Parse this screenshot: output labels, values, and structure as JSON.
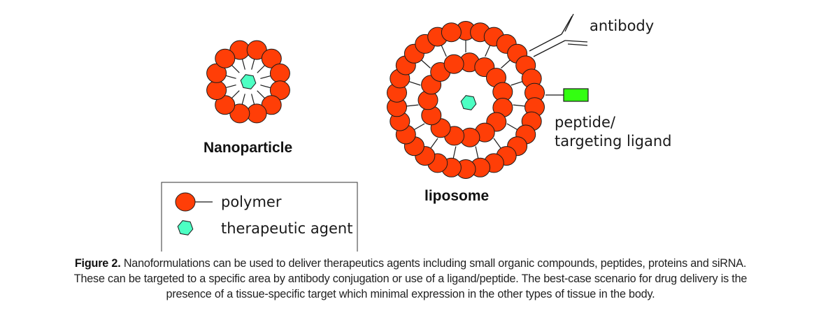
{
  "diagram": {
    "nanoparticle_label": "Nanoparticle",
    "liposome_label": "liposome",
    "antibody_label": "antibody",
    "peptide_label_line1": "peptide/",
    "peptide_label_line2": "targeting ligand",
    "legend": {
      "items": [
        {
          "icon": "polymer-icon",
          "label": "polymer"
        },
        {
          "icon": "hexagon-icon",
          "label": "therapeutic agent"
        }
      ]
    },
    "colors": {
      "polymer": "#ff3e07",
      "therapeutic_agent": "#4dffc3",
      "peptide": "#33ff11",
      "outline": "#1a1a1a"
    }
  },
  "caption": {
    "figure_label": "Figure 2.",
    "line1": " Nanoformulations can be used to deliver therapeutics agents including small organic compounds, peptides, proteins and siRNA.",
    "line2": "These can be targeted to a specific area by antibody conjugation or use of a ligand/peptide. The best-case scenario for drug delivery is the",
    "line3": "presence of a tissue-specific target which minimal expression in the other types of tissue in the body."
  }
}
